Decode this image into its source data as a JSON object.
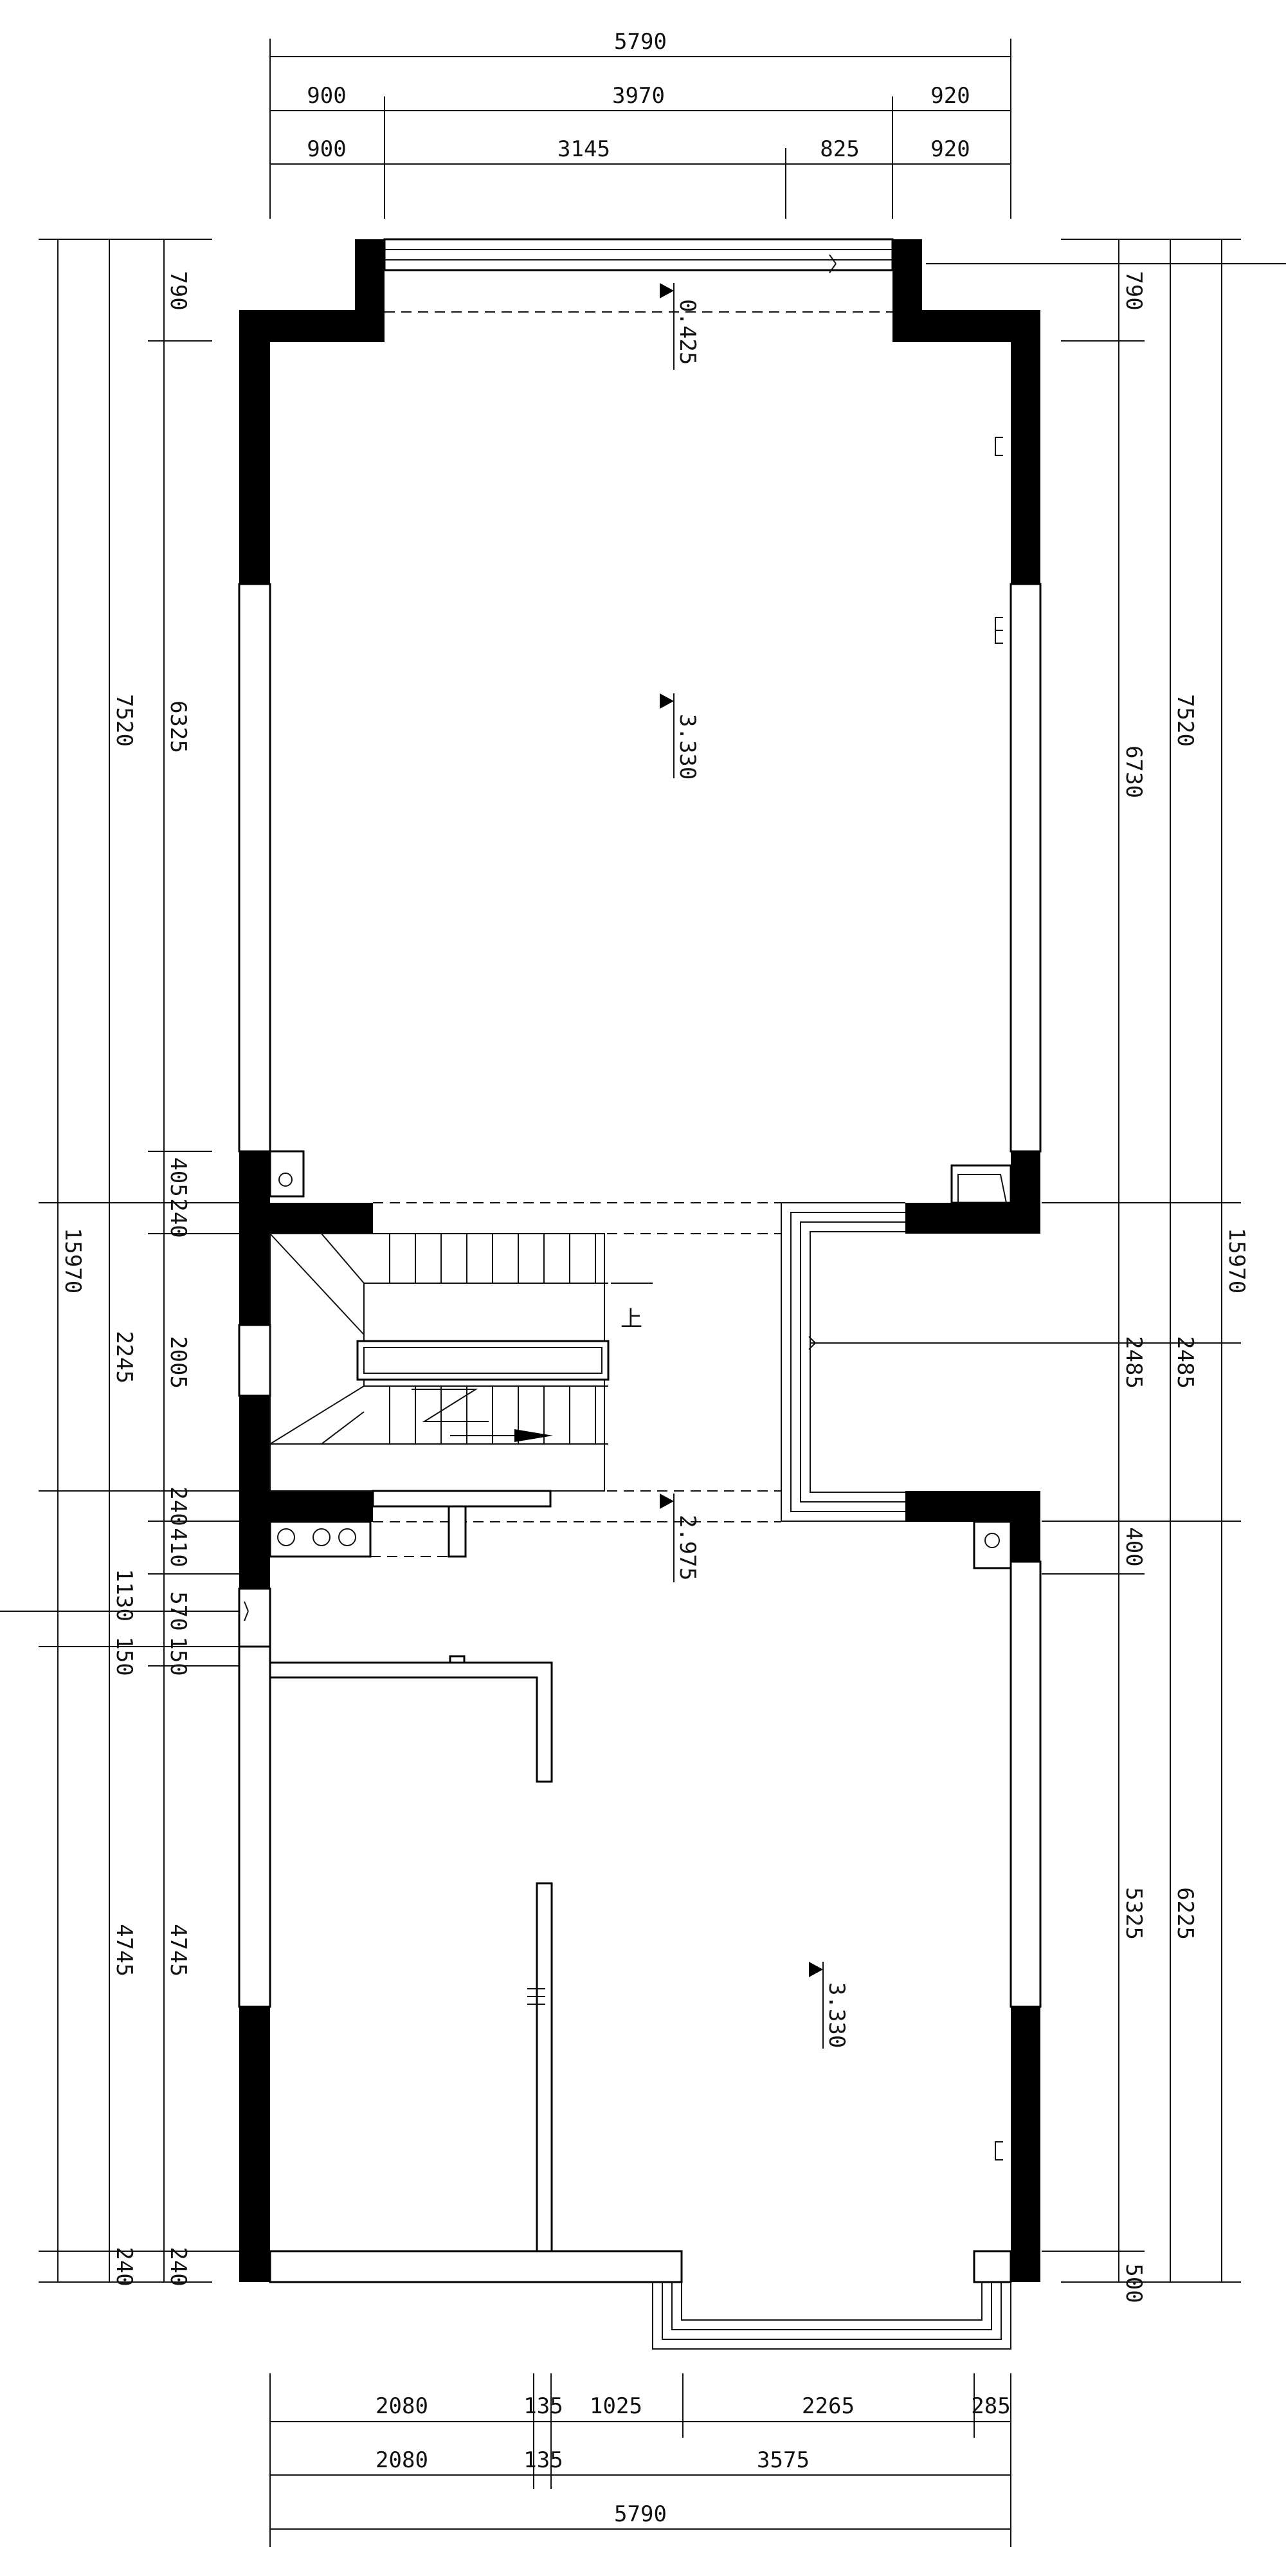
{
  "dims_top_overall": "5790",
  "dims_top_row2": [
    "900",
    "3970",
    "920"
  ],
  "dims_top_row3": [
    "900",
    "3145",
    "825",
    "920"
  ],
  "dims_bottom_row1": [
    "2080",
    "135",
    "1025",
    "2265",
    "285"
  ],
  "dims_bottom_row2": [
    "2080",
    "135",
    "3575"
  ],
  "dims_bottom_overall": "5790",
  "dims_left_outer": [
    "7520",
    "2245",
    "1130",
    "4745",
    "240",
    "15970"
  ],
  "dims_left_inner": [
    "790",
    "6325",
    "405",
    "240",
    "2005",
    "240",
    "410",
    "570",
    "150",
    "150",
    "240"
  ],
  "dims_right_inner": [
    "790",
    "6730",
    "2485",
    "400",
    "5325",
    "500"
  ],
  "dims_right_outer": [
    "7520",
    "2485",
    "6225",
    "15970"
  ],
  "elevations": [
    "0.425",
    "3.330",
    "2.975",
    "3.330"
  ],
  "stair_label": "上"
}
